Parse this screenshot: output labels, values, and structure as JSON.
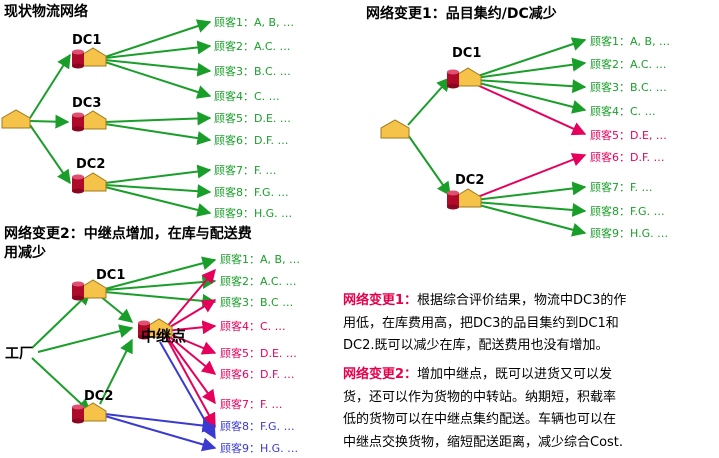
{
  "titles": {
    "current": "现状物流网络",
    "change1": "网络变更1：品目集约/DC减少",
    "change2_line1": "网络变更2：中继点增加，在库与配送费",
    "change2_line2": "用减少"
  },
  "labels": {
    "dc1": "DC1",
    "dc2": "DC2",
    "dc3": "DC3",
    "hub": "中继点",
    "factory": "工厂"
  },
  "customers": {
    "c1": "顾客1：A, B, …",
    "c2": "顾客2：A.C. …",
    "c3": "顾客3：B.C. …",
    "c4": "顾客4：C. …",
    "c5_current": "顾客5：D.E. …",
    "c5": "顾客5：D.E, …",
    "c6": "顾客6：D.F. …",
    "c7": "顾客7：F. …",
    "c8": "顾客8：F.G. …",
    "c9": "顾客9：H.G. …",
    "c3_change2": "顾客3：B.C …",
    "c4_change2": "顾客4：C. …",
    "c5_change2": "顾客5：D.E. …",
    "c8_change2": "顾客8：F.G. …",
    "c9_change2": "顾客9：H.G. …"
  },
  "notes": {
    "note1_head": "网络变更1：",
    "note1_line1": "根据综合评价结果，物流中DC3的作",
    "note1_line2": "用低，在库费用高，把DC3的品目集约到DC1和",
    "note1_line3": "DC2.既可以减少在库，配送费用也没有增加。",
    "note2_head": "网络变更2：",
    "note2_line1": "增加中继点，既可以进货又可以发",
    "note2_line2": "货，还可以作为货物的中转站。纳期短，积载率",
    "note2_line3": "低的货物可以在中继点集约配送。车辆也可以在",
    "note2_line4": "中继点交换货物，缩短配送距离，减少综合Cost."
  },
  "colors": {
    "green": "#1a9e2a",
    "pink": "#e6005c",
    "blue": "#3a3ad0",
    "house": "#f5c24a",
    "cylinder": "#b00a2a"
  }
}
